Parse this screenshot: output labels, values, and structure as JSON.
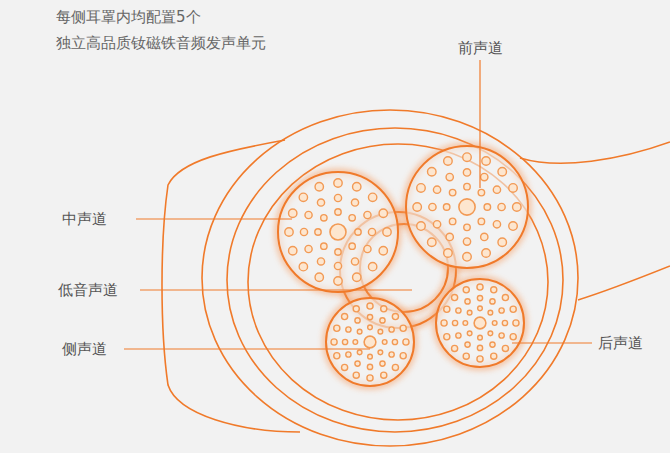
{
  "diagram": {
    "title": "每侧耳罩内均配置5个 独立高品质钕磁铁音频发声单元",
    "labels": [
      "前声道",
      "中声道",
      "低音声道",
      "侧声道",
      "后声道"
    ]
  }
}
